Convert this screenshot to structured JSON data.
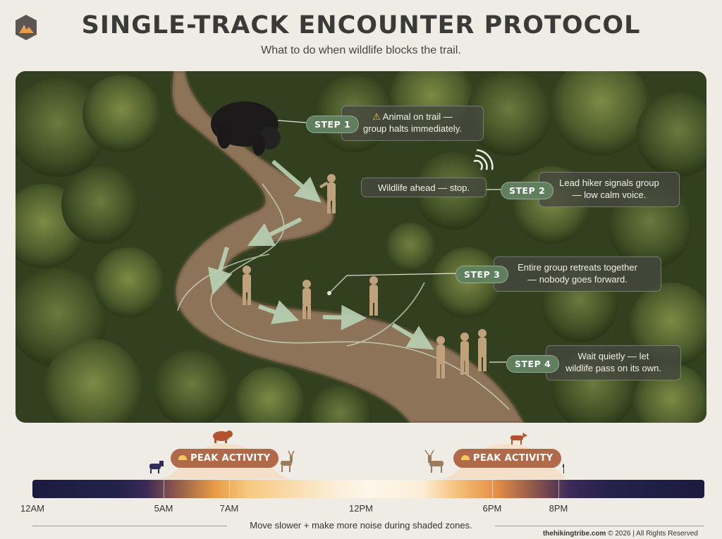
{
  "header": {
    "title": "SINGLE-TRACK ENCOUNTER PROTOCOL",
    "subtitle": "What to do when wildlife blocks the trail.",
    "logo_icon": "mountain-shield-icon"
  },
  "steps": [
    {
      "label": "STEP 1",
      "icon": "warning-icon",
      "text_line1": "Animal on trail —",
      "text_line2": "group halts immediately."
    },
    {
      "label": "STEP 2",
      "text_line1": "Lead hiker signals group",
      "text_line2": "— low calm voice."
    },
    {
      "label": "STEP 3",
      "text_line1": "Entire group retreats together",
      "text_line2": "— nobody goes forward."
    },
    {
      "label": "STEP 4",
      "text_line1": "Wait quietly — let",
      "text_line2": "wildlife pass on its own."
    }
  ],
  "speech_bubble": "Wildlife ahead — stop.",
  "timeline": {
    "peaks": [
      {
        "label": "PEAK ACTIVITY",
        "icon": "sun-icon"
      },
      {
        "label": "PEAK ACTIVITY",
        "icon": "sun-icon"
      }
    ],
    "ticks": [
      "12AM",
      "5AM",
      "7AM",
      "12PM",
      "6PM",
      "8PM"
    ],
    "note": "Move slower + make more noise during shaded zones.",
    "animal_icons": [
      "moose-icon",
      "bear-icon",
      "deer-icon",
      "elk-icon",
      "coyote-icon",
      "deer-icon"
    ]
  },
  "footer": {
    "site": "thehikingtribe.com",
    "rights": " © 2026 | All Rights Reserved"
  },
  "colors": {
    "step_pill": "#5f7f5d",
    "peak_pill": "#b06a4a",
    "night": "#1c1b3e",
    "day": "#fdf6ea",
    "dusk": "#e68e45"
  }
}
